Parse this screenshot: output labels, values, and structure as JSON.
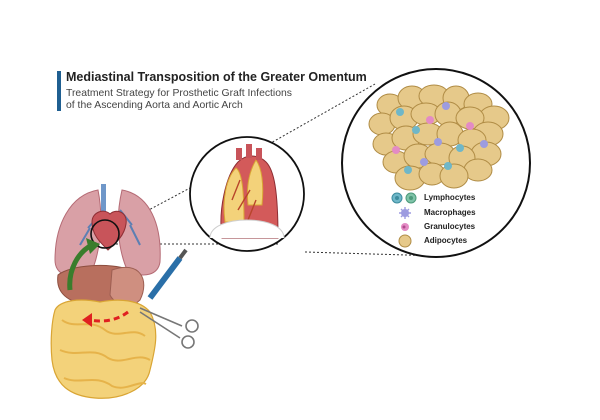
{
  "header": {
    "title": "Mediastinal Transposition of the Greater Omentum",
    "subtitle_line1": "Treatment Strategy for Prosthetic Graft Infections",
    "subtitle_line2": "of the Ascending Aorta and Aortic Arch"
  },
  "legend": [
    {
      "label": "Lymphocytes",
      "icon": "lymphocyte-icon"
    },
    {
      "label": "Macrophages",
      "icon": "macrophage-icon"
    },
    {
      "label": "Granulocytes",
      "icon": "granulocyte-icon"
    },
    {
      "label": "Adipocytes",
      "icon": "adipocyte-icon"
    }
  ],
  "colors": {
    "accent_bar": "#1f5f91",
    "omentum_fat": "#f3d27a",
    "adipocyte": "#e6c98a",
    "lymphocyte": "#6fb7c8",
    "macrophage": "#9d9ce0",
    "granulocyte": "#e38bc4",
    "transposition_arrow": "#3a7d2c",
    "mobilization_arrow": "#e02020"
  }
}
